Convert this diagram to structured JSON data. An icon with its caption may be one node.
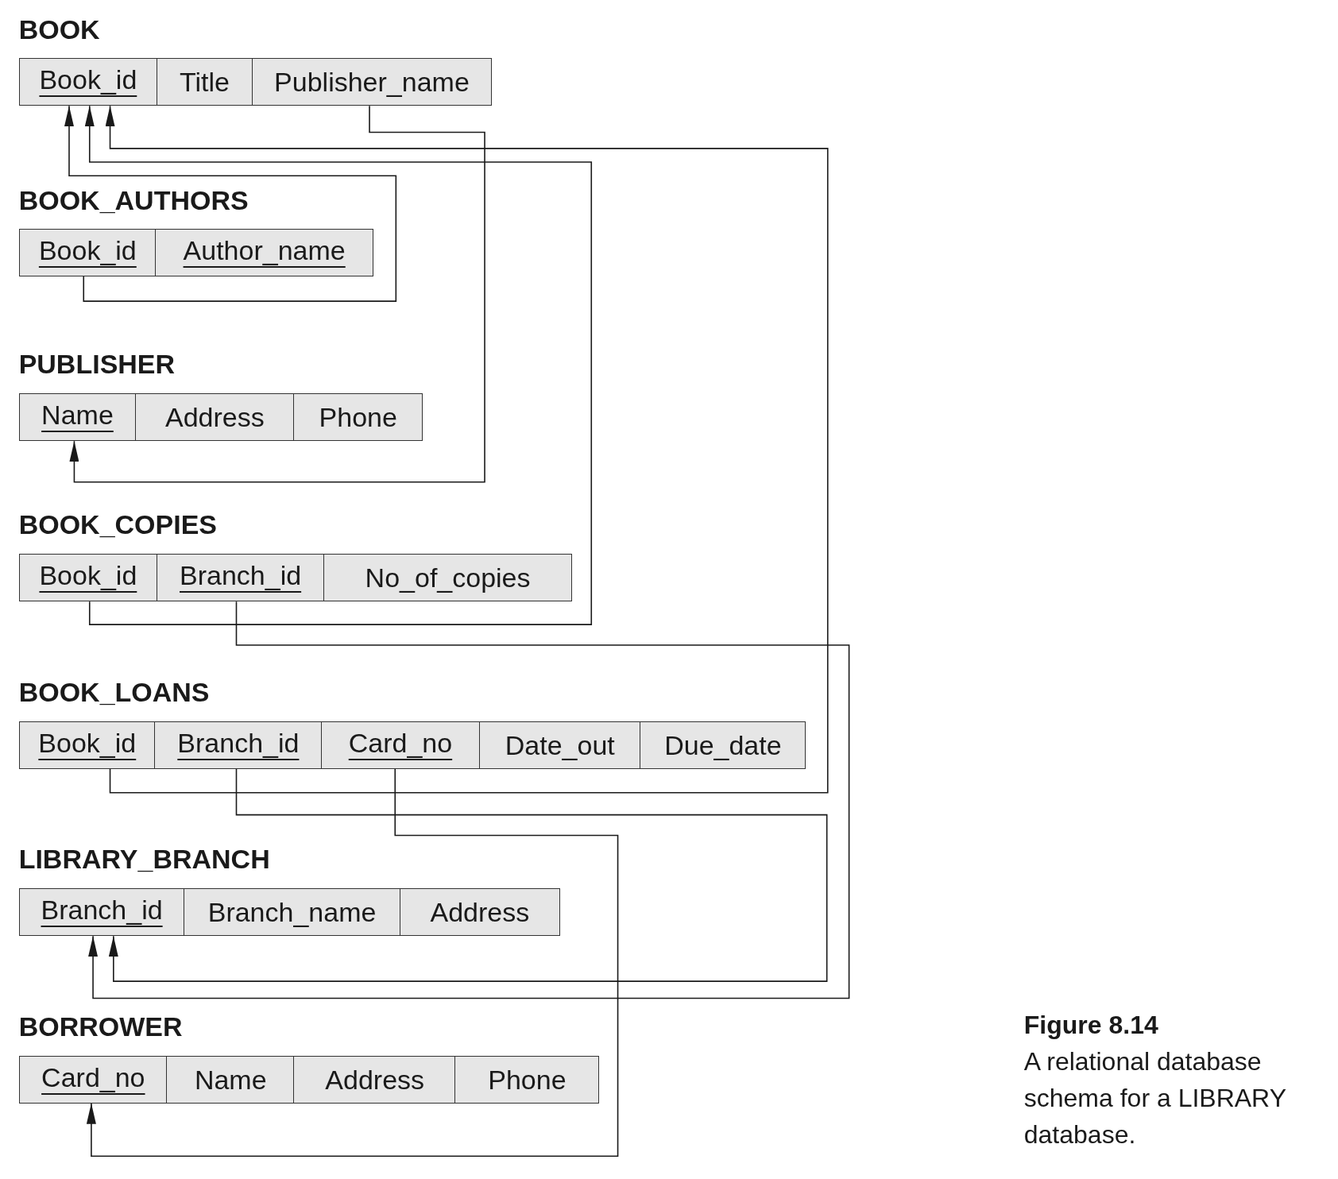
{
  "diagram": {
    "caption": "**Figure 8.14** A relational database schema for a LIBRARY database.",
    "nodes": [
      {
        "text": [
          "BOOK"
        ]
      },
      {
        "text": [
          "Book_id"
        ],
        "in": 0
      },
      {
        "text": [
          "Title"
        ],
        "in": 0
      },
      {
        "text": [
          "Publisher_name"
        ],
        "in": 0
      },
      {
        "text": [
          "BOOK_AUTHORS"
        ]
      },
      {
        "text": [
          "Book_id"
        ],
        "in": 4
      },
      {
        "text": [
          "Author_name"
        ],
        "in": 4
      },
      {
        "text": [
          "PUBLISHER"
        ]
      },
      {
        "text": [
          "Name"
        ],
        "in": 7
      },
      {
        "text": [
          "Address"
        ],
        "in": 7
      },
      {
        "text": [
          "Phone"
        ],
        "in": 7
      },
      {
        "text": [
          "BOOK_COPIES"
        ]
      },
      {
        "text": [
          "Book_id"
        ],
        "in": 11
      },
      {
        "text": [
          "Branch_id"
        ],
        "in": 11
      },
      {
        "text": [
          "No_of_copies"
        ],
        "in": 11
      },
      {
        "text": [
          "BOOK_LOANS"
        ]
      },
      {
        "text": [
          "Book_id"
        ],
        "in": 15
      },
      {
        "text": [
          "Branch_id"
        ],
        "in": 15
      },
      {
        "text": [
          "Card_no"
        ],
        "in": 15
      },
      {
        "text": [
          "Date_out"
        ],
        "in": 15
      },
      {
        "text": [
          "Due_date"
        ],
        "in": 15
      },
      {
        "text": [
          "LIBRARY_BRANCH"
        ]
      },
      {
        "text": [
          "Branch_id"
        ],
        "in": 21
      },
      {
        "text": [
          "Branch_name"
        ],
        "in": 21
      },
      {
        "text": [
          "Address"
        ],
        "in": 21
      },
      {
        "text": [
          "BORROWER"
        ]
      },
      {
        "text": [
          "Card_no"
        ],
        "in": 25
      },
      {
        "text": [
          "Name"
        ],
        "in": 25
      },
      {
        "text": [
          "Address"
        ],
        "in": 25
      },
      {
        "text": [
          "Phone"
        ],
        "in": 25
      }
    ],
    "edges": [
      {
        "from": 5,
        "to": 1,
        "arrow": "to"
      },
      {
        "from": 12,
        "to": 1,
        "arrow": "to"
      },
      {
        "from": 16,
        "to": 1,
        "arrow": "to"
      },
      {
        "from": 3,
        "to": 8,
        "arrow": "to"
      },
      {
        "from": 13,
        "to": 22,
        "arrow": "to"
      },
      {
        "from": 17,
        "to": 22,
        "arrow": "to"
      },
      {
        "from": 18,
        "to": 26,
        "arrow": "to"
      }
    ]
  }
}
